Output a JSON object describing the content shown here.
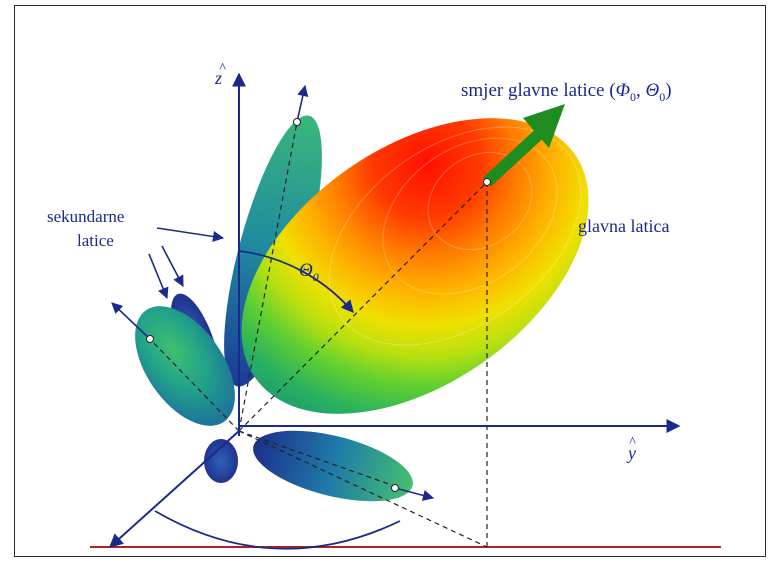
{
  "labels": {
    "main_direction": "smjer glavne latice (",
    "phi": "Φ",
    "theta": "Θ",
    "zero": "0",
    "comma": ", ",
    "close_paren": ")",
    "main_lobe": "glavna latica",
    "secondary_line1": "sekundarne",
    "secondary_line2": "latice",
    "axis_z": "z",
    "axis_y": "y",
    "theta0_sym": "Θ",
    "theta0_sub": "0"
  },
  "colors": {
    "axis": "#1a2a8c",
    "direction_arrow": "#1e8c1e",
    "baseline": "#b22222",
    "lobe_hot": "#ff1a00",
    "lobe_cool": "#2a3a9c"
  }
}
